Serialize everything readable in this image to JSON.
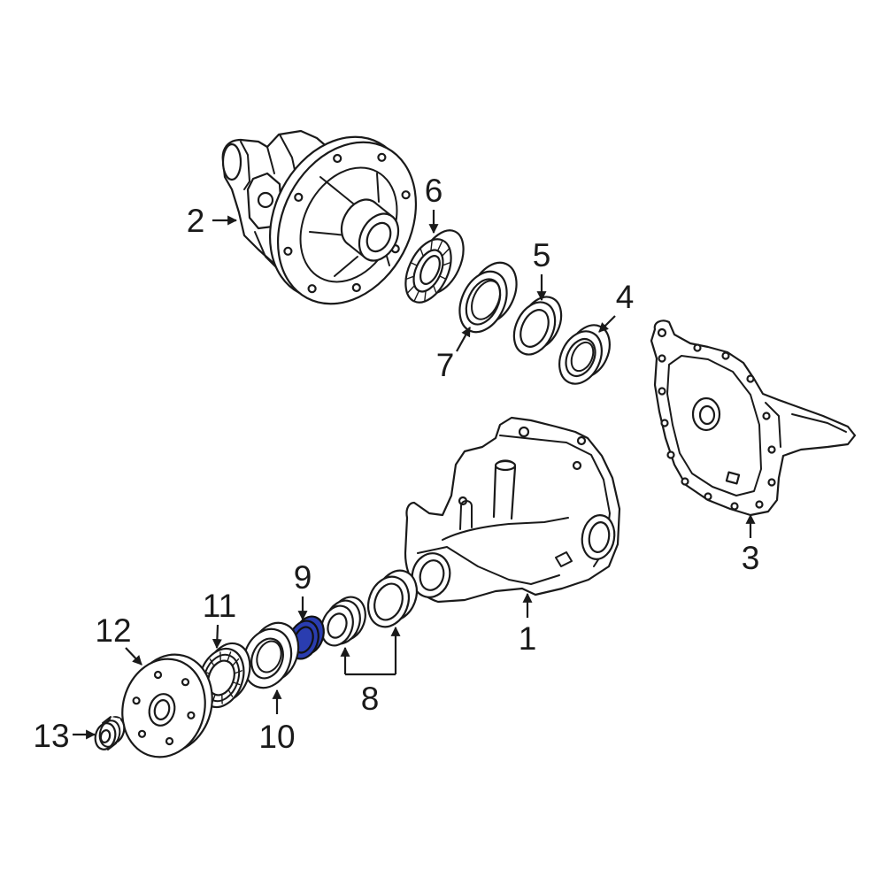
{
  "callouts": {
    "c1": "1",
    "c2": "2",
    "c3": "3",
    "c4": "4",
    "c5": "5",
    "c6": "6",
    "c7": "7",
    "c8": "8",
    "c9": "9",
    "c10": "10",
    "c11": "11",
    "c12": "12",
    "c13": "13"
  },
  "colors": {
    "background": "#ffffff",
    "line": "#1a1a1a",
    "highlight": "#2a3db0"
  }
}
